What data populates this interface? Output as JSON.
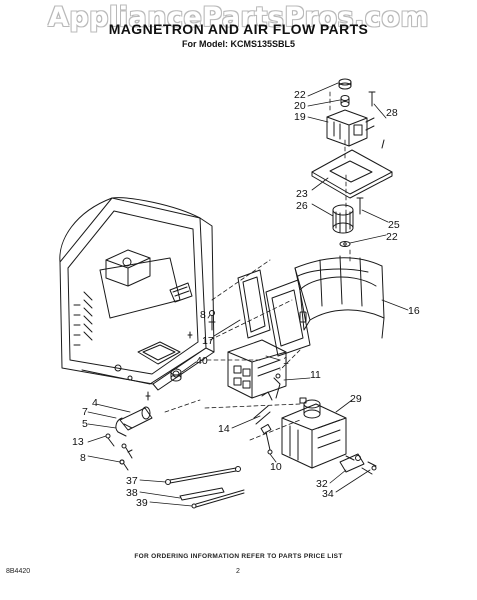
{
  "watermark": "AppliancePartsPros.com",
  "header": {
    "title": "MAGNETRON AND AIR FLOW PARTS",
    "model": "For Model: KCMS135SBL5"
  },
  "callouts": [
    "22",
    "20",
    "19",
    "28",
    "23",
    "26",
    "25",
    "22",
    "16",
    "8",
    "17",
    "1",
    "40",
    "11",
    "29",
    "4",
    "7",
    "5",
    "13",
    "8",
    "14",
    "10",
    "37",
    "38",
    "39",
    "32",
    "34"
  ],
  "footer": {
    "note": "FOR ORDERING INFORMATION REFER TO PARTS PRICE LIST",
    "code": "8B4420",
    "page": "2"
  }
}
